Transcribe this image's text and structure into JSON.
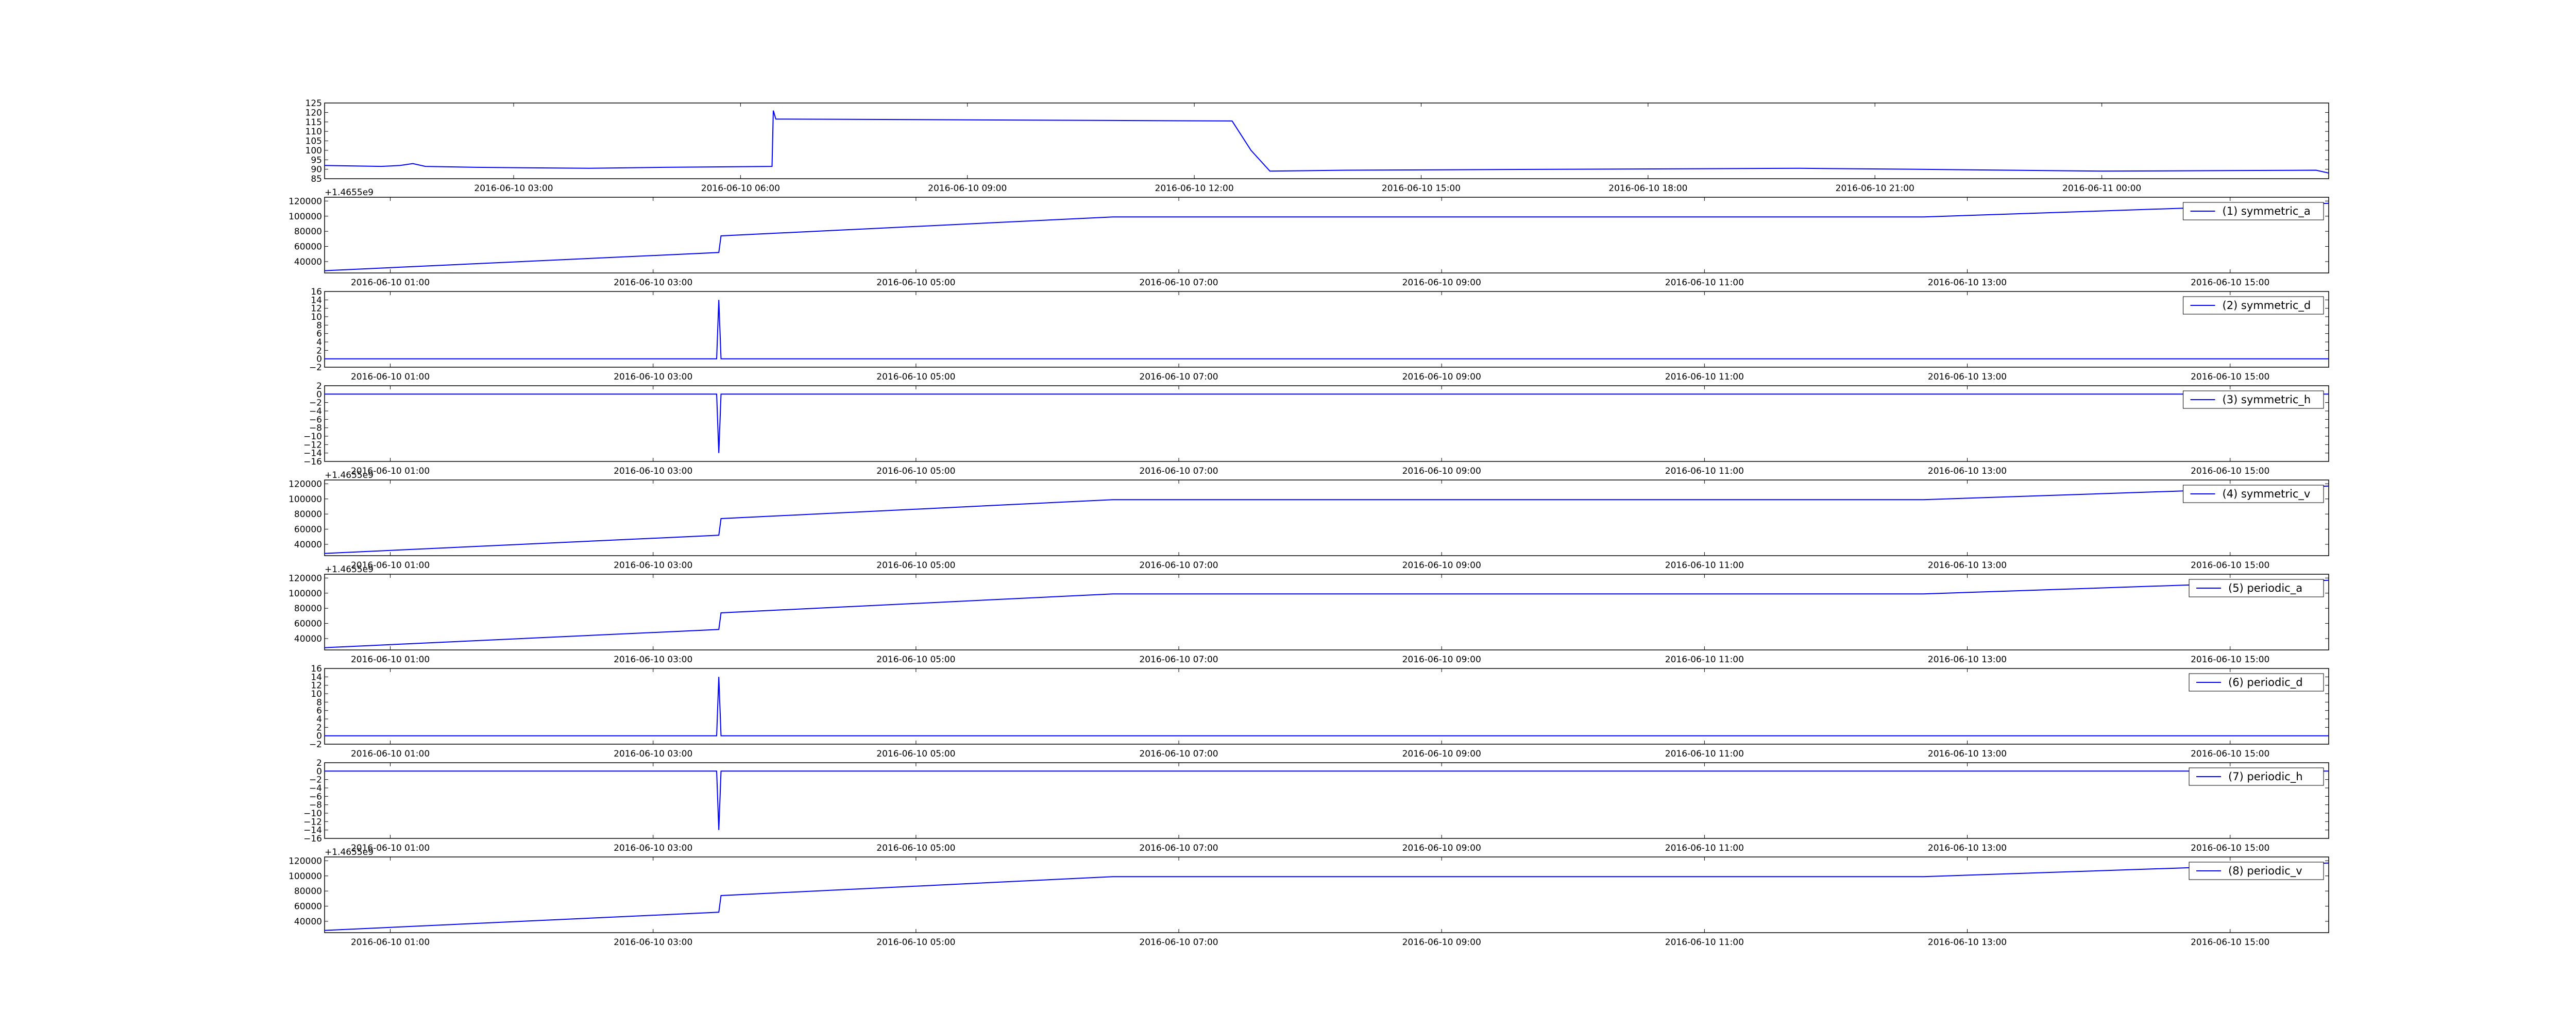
{
  "chart_data": [
    {
      "type": "line",
      "color": "#0000ff",
      "xlim": [
        "2016-06-10 00:30",
        "2016-06-11 03:00"
      ],
      "x_ticks": [
        "2016-06-10 03:00",
        "2016-06-10 06:00",
        "2016-06-10 09:00",
        "2016-06-10 12:00",
        "2016-06-10 15:00",
        "2016-06-10 18:00",
        "2016-06-10 21:00",
        "2016-06-11 00:00"
      ],
      "ylim": [
        85,
        125
      ],
      "y_ticks": [
        85,
        90,
        95,
        100,
        105,
        110,
        115,
        120,
        125
      ],
      "series": [
        {
          "x": [
            "2016-06-10 00:30",
            "2016-06-10 01:15",
            "2016-06-10 01:30",
            "2016-06-10 01:40",
            "2016-06-10 01:50",
            "2016-06-10 02:30",
            "2016-06-10 04:00",
            "2016-06-10 05:00",
            "2016-06-10 06:25",
            "2016-06-10 06:26",
            "2016-06-10 06:28",
            "2016-06-10 06:35",
            "2016-06-10 12:30",
            "2016-06-10 12:45",
            "2016-06-10 13:00",
            "2016-06-10 14:00",
            "2016-06-10 17:00",
            "2016-06-10 20:00",
            "2016-06-10 21:30",
            "2016-06-11 00:00",
            "2016-06-11 02:50",
            "2016-06-11 03:00"
          ],
          "y": [
            92,
            91.5,
            92,
            93,
            91.5,
            91,
            90.5,
            91,
            91.5,
            121,
            116.5,
            116.5,
            115.5,
            100,
            89,
            89.5,
            90,
            90.5,
            90,
            89,
            89.5,
            88
          ]
        }
      ]
    },
    {
      "type": "line",
      "color": "#0000ff",
      "y_offset": "+1.4655e9",
      "xlim": [
        "2016-06-10 00:30",
        "2016-06-10 15:45"
      ],
      "x_ticks": [
        "2016-06-10 01:00",
        "2016-06-10 03:00",
        "2016-06-10 05:00",
        "2016-06-10 07:00",
        "2016-06-10 09:00",
        "2016-06-10 11:00",
        "2016-06-10 13:00",
        "2016-06-10 15:00"
      ],
      "ylim": [
        25000,
        125000
      ],
      "y_ticks": [
        40000,
        60000,
        80000,
        100000,
        120000
      ],
      "legend": {
        "label": "(1) symmetric_a",
        "loc": "upper right"
      },
      "series": [
        {
          "x": [
            "2016-06-10 00:30",
            "2016-06-10 03:30",
            "2016-06-10 03:31",
            "2016-06-10 06:30",
            "2016-06-10 12:40",
            "2016-06-10 15:45"
          ],
          "y": [
            28000,
            52000,
            74000,
            99000,
            99000,
            117000
          ]
        }
      ]
    },
    {
      "type": "line",
      "color": "#0000ff",
      "xlim": [
        "2016-06-10 00:30",
        "2016-06-10 15:45"
      ],
      "x_ticks": [
        "2016-06-10 01:00",
        "2016-06-10 03:00",
        "2016-06-10 05:00",
        "2016-06-10 07:00",
        "2016-06-10 09:00",
        "2016-06-10 11:00",
        "2016-06-10 13:00",
        "2016-06-10 15:00"
      ],
      "ylim": [
        -2,
        16
      ],
      "y_ticks": [
        -2,
        0,
        2,
        4,
        6,
        8,
        10,
        12,
        14,
        16
      ],
      "legend": {
        "label": "(2) symmetric_d",
        "loc": "upper right"
      },
      "series": [
        {
          "x": [
            "2016-06-10 00:30",
            "2016-06-10 03:29",
            "2016-06-10 03:30",
            "2016-06-10 03:31",
            "2016-06-10 15:45"
          ],
          "y": [
            0,
            0,
            14,
            0,
            0
          ]
        }
      ]
    },
    {
      "type": "line",
      "color": "#0000ff",
      "xlim": [
        "2016-06-10 00:30",
        "2016-06-10 15:45"
      ],
      "x_ticks": [
        "2016-06-10 01:00",
        "2016-06-10 03:00",
        "2016-06-10 05:00",
        "2016-06-10 07:00",
        "2016-06-10 09:00",
        "2016-06-10 11:00",
        "2016-06-10 13:00",
        "2016-06-10 15:00"
      ],
      "ylim": [
        -16,
        2
      ],
      "y_ticks": [
        -16,
        -14,
        -12,
        -10,
        -8,
        -6,
        -4,
        -2,
        0,
        2
      ],
      "legend": {
        "label": "(3) symmetric_h",
        "loc": "upper right"
      },
      "series": [
        {
          "x": [
            "2016-06-10 00:30",
            "2016-06-10 03:29",
            "2016-06-10 03:30",
            "2016-06-10 03:31",
            "2016-06-10 15:45"
          ],
          "y": [
            0,
            0,
            -14,
            0,
            0
          ]
        }
      ]
    },
    {
      "type": "line",
      "color": "#0000ff",
      "y_offset": "+1.4655e9",
      "xlim": [
        "2016-06-10 00:30",
        "2016-06-10 15:45"
      ],
      "x_ticks": [
        "2016-06-10 01:00",
        "2016-06-10 03:00",
        "2016-06-10 05:00",
        "2016-06-10 07:00",
        "2016-06-10 09:00",
        "2016-06-10 11:00",
        "2016-06-10 13:00",
        "2016-06-10 15:00"
      ],
      "ylim": [
        25000,
        125000
      ],
      "y_ticks": [
        40000,
        60000,
        80000,
        100000,
        120000
      ],
      "legend": {
        "label": "(4) symmetric_v",
        "loc": "upper right"
      },
      "series": [
        {
          "x": [
            "2016-06-10 00:30",
            "2016-06-10 03:30",
            "2016-06-10 03:31",
            "2016-06-10 06:30",
            "2016-06-10 12:40",
            "2016-06-10 15:45"
          ],
          "y": [
            28000,
            52000,
            74000,
            99000,
            99000,
            117000
          ]
        }
      ]
    },
    {
      "type": "line",
      "color": "#0000ff",
      "y_offset": "+1.4655e9",
      "xlim": [
        "2016-06-10 00:30",
        "2016-06-10 15:45"
      ],
      "x_ticks": [
        "2016-06-10 01:00",
        "2016-06-10 03:00",
        "2016-06-10 05:00",
        "2016-06-10 07:00",
        "2016-06-10 09:00",
        "2016-06-10 11:00",
        "2016-06-10 13:00",
        "2016-06-10 15:00"
      ],
      "ylim": [
        25000,
        125000
      ],
      "y_ticks": [
        40000,
        60000,
        80000,
        100000,
        120000
      ],
      "legend": {
        "label": "(5) periodic_a",
        "loc": "upper right"
      },
      "series": [
        {
          "x": [
            "2016-06-10 00:30",
            "2016-06-10 03:30",
            "2016-06-10 03:31",
            "2016-06-10 06:30",
            "2016-06-10 12:40",
            "2016-06-10 15:45"
          ],
          "y": [
            28000,
            52000,
            74000,
            99000,
            99000,
            117000
          ]
        }
      ]
    },
    {
      "type": "line",
      "color": "#0000ff",
      "xlim": [
        "2016-06-10 00:30",
        "2016-06-10 15:45"
      ],
      "x_ticks": [
        "2016-06-10 01:00",
        "2016-06-10 03:00",
        "2016-06-10 05:00",
        "2016-06-10 07:00",
        "2016-06-10 09:00",
        "2016-06-10 11:00",
        "2016-06-10 13:00",
        "2016-06-10 15:00"
      ],
      "ylim": [
        -2,
        16
      ],
      "y_ticks": [
        -2,
        0,
        2,
        4,
        6,
        8,
        10,
        12,
        14,
        16
      ],
      "legend": {
        "label": "(6) periodic_d",
        "loc": "upper right"
      },
      "series": [
        {
          "x": [
            "2016-06-10 00:30",
            "2016-06-10 03:29",
            "2016-06-10 03:30",
            "2016-06-10 03:31",
            "2016-06-10 15:45"
          ],
          "y": [
            0,
            0,
            14,
            0,
            0
          ]
        }
      ]
    },
    {
      "type": "line",
      "color": "#0000ff",
      "xlim": [
        "2016-06-10 00:30",
        "2016-06-10 15:45"
      ],
      "x_ticks": [
        "2016-06-10 01:00",
        "2016-06-10 03:00",
        "2016-06-10 05:00",
        "2016-06-10 07:00",
        "2016-06-10 09:00",
        "2016-06-10 11:00",
        "2016-06-10 13:00",
        "2016-06-10 15:00"
      ],
      "ylim": [
        -16,
        2
      ],
      "y_ticks": [
        -16,
        -14,
        -12,
        -10,
        -8,
        -6,
        -4,
        -2,
        0,
        2
      ],
      "legend": {
        "label": "(7) periodic_h",
        "loc": "upper right"
      },
      "series": [
        {
          "x": [
            "2016-06-10 00:30",
            "2016-06-10 03:29",
            "2016-06-10 03:30",
            "2016-06-10 03:31",
            "2016-06-10 15:45"
          ],
          "y": [
            0,
            0,
            -14,
            0,
            0
          ]
        }
      ]
    },
    {
      "type": "line",
      "color": "#0000ff",
      "y_offset": "+1.4655e9",
      "xlim": [
        "2016-06-10 00:30",
        "2016-06-10 15:45"
      ],
      "x_ticks": [
        "2016-06-10 01:00",
        "2016-06-10 03:00",
        "2016-06-10 05:00",
        "2016-06-10 07:00",
        "2016-06-10 09:00",
        "2016-06-10 11:00",
        "2016-06-10 13:00",
        "2016-06-10 15:00"
      ],
      "ylim": [
        25000,
        125000
      ],
      "y_ticks": [
        40000,
        60000,
        80000,
        100000,
        120000
      ],
      "legend": {
        "label": "(8) periodic_v",
        "loc": "upper right"
      },
      "series": [
        {
          "x": [
            "2016-06-10 00:30",
            "2016-06-10 03:30",
            "2016-06-10 03:31",
            "2016-06-10 06:30",
            "2016-06-10 12:40",
            "2016-06-10 15:45"
          ],
          "y": [
            28000,
            52000,
            74000,
            99000,
            99000,
            117000
          ]
        }
      ]
    }
  ]
}
